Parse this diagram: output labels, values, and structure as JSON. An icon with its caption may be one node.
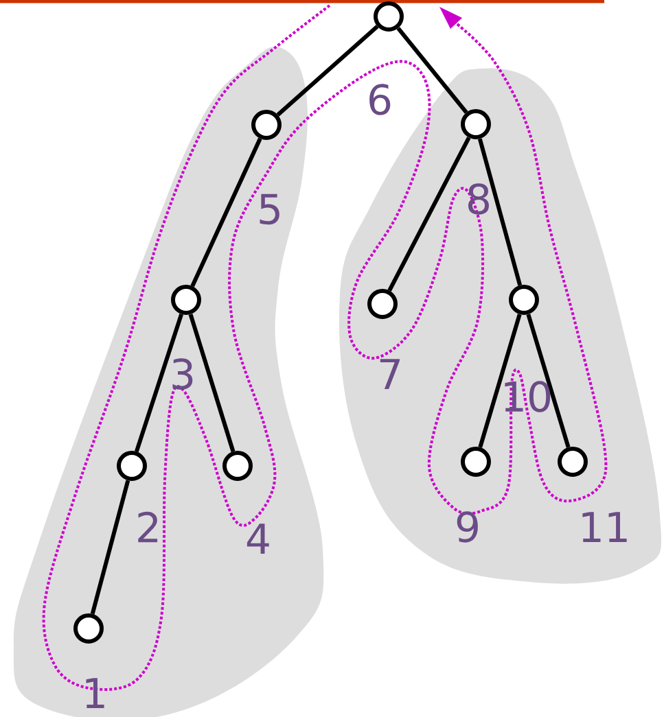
{
  "diagram": {
    "nodes": [
      {
        "text": [],
        "shape": "circle"
      },
      {
        "text": [],
        "shape": "circle"
      },
      {
        "text": [],
        "shape": "circle"
      },
      {
        "text": [],
        "shape": "circle"
      },
      {
        "text": [],
        "shape": "circle"
      },
      {
        "text": [],
        "shape": "circle"
      },
      {
        "text": [],
        "shape": "circle"
      },
      {
        "text": [],
        "shape": "circle"
      },
      {
        "text": [],
        "shape": "circle"
      },
      {
        "text": [],
        "shape": "circle"
      },
      {
        "text": [],
        "shape": "circle"
      }
    ],
    "edges": [
      {
        "from": 0,
        "to": 1,
        "arrow": "none"
      },
      {
        "from": 0,
        "to": 2,
        "arrow": "none"
      },
      {
        "from": 1,
        "to": 3,
        "arrow": "none"
      },
      {
        "from": 2,
        "to": 4,
        "arrow": "none"
      },
      {
        "from": 2,
        "to": 5,
        "arrow": "none"
      },
      {
        "from": 3,
        "to": 6,
        "arrow": "none"
      },
      {
        "from": 3,
        "to": 7,
        "arrow": "none"
      },
      {
        "from": 5,
        "to": 8,
        "arrow": "none"
      },
      {
        "from": 5,
        "to": 9,
        "arrow": "none"
      },
      {
        "from": 6,
        "to": 10,
        "arrow": "none"
      }
    ],
    "labels": [
      "6",
      "8",
      "5",
      "3",
      "7",
      "10",
      "2",
      "9",
      "4",
      "11",
      "1"
    ]
  }
}
